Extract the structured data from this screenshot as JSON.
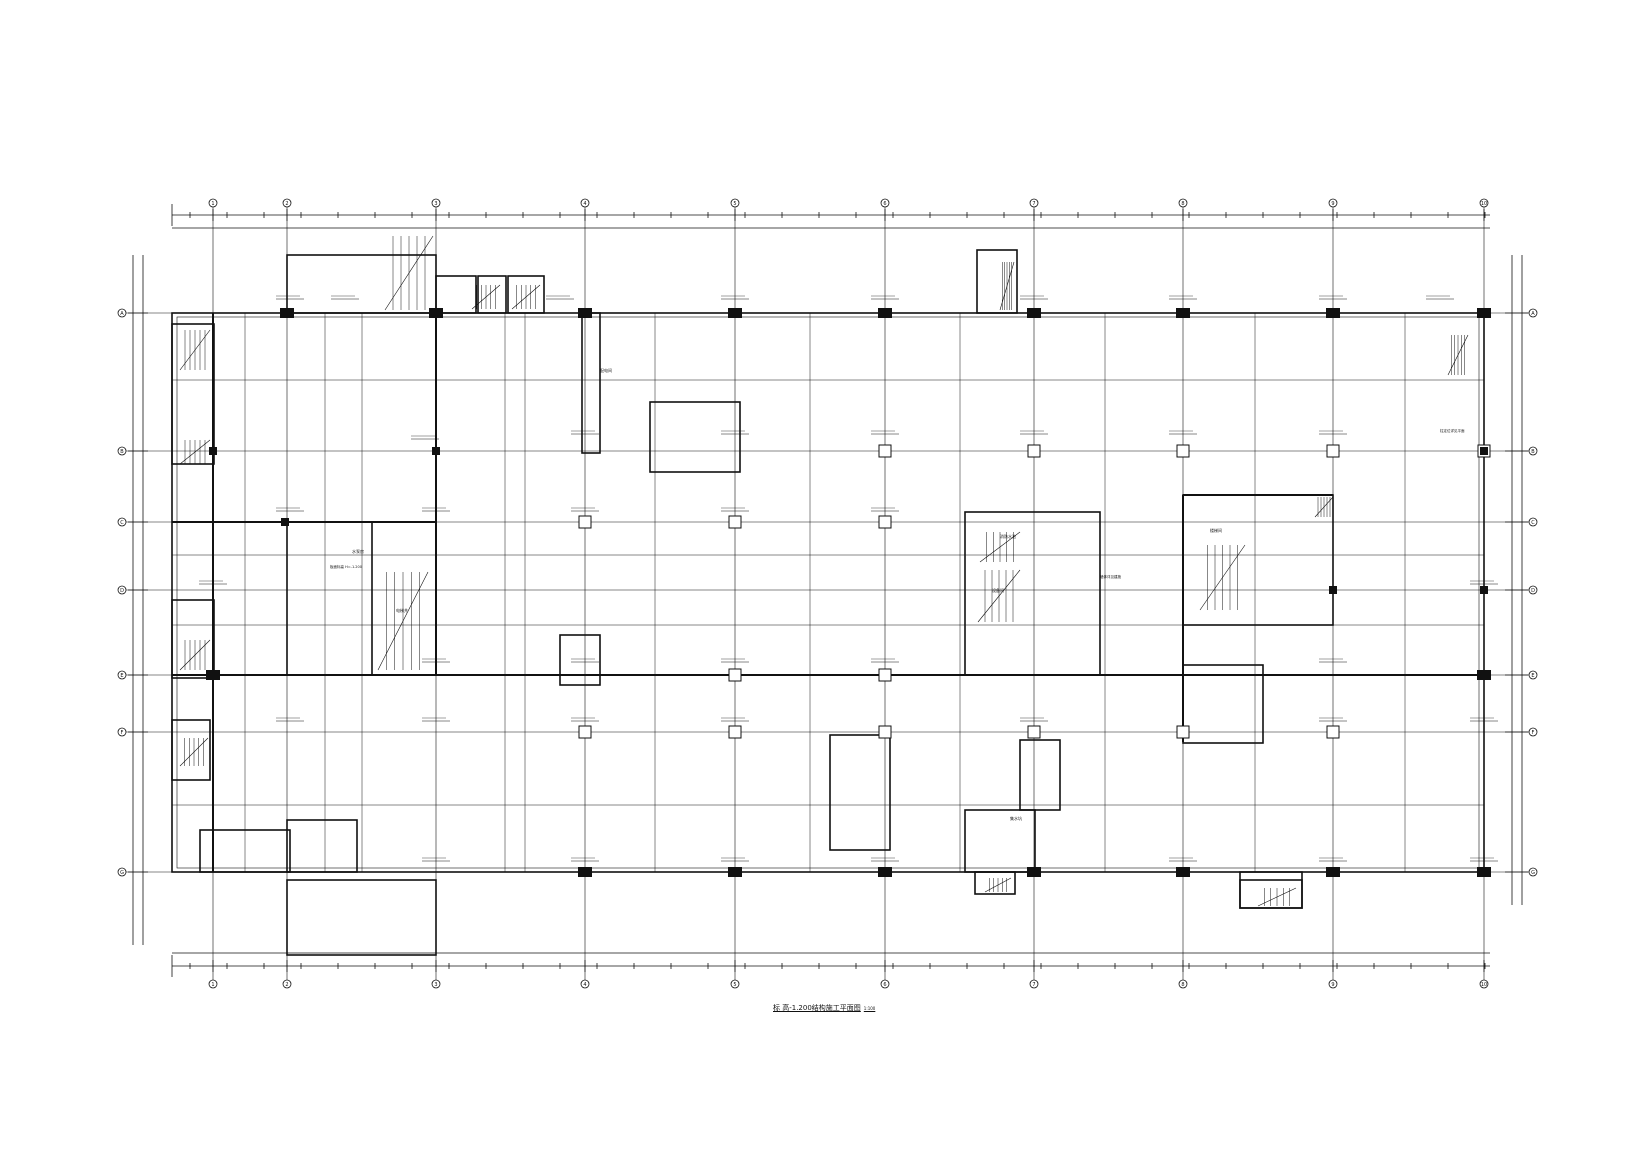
{
  "drawing": {
    "title": "标 高-1.200结构施工平面图",
    "scale": "1:100",
    "axis_columns": [
      "1",
      "2",
      "3",
      "4",
      "5",
      "6",
      "7",
      "8",
      "9",
      "10"
    ],
    "axis_rows": [
      "A",
      "B",
      "C",
      "D",
      "E",
      "F",
      "G"
    ],
    "room_labels": [
      "水泵房",
      "配电间",
      "消防水池",
      "楼梯间",
      "电梯井",
      "设备间",
      "集水坑"
    ],
    "note_labels": [
      "板面标高 H=-1.200",
      "墙体详见建施",
      "柱定位详见平面"
    ],
    "colors": {
      "line": "#111111",
      "column_fill": "#111111",
      "background": "#ffffff"
    }
  }
}
